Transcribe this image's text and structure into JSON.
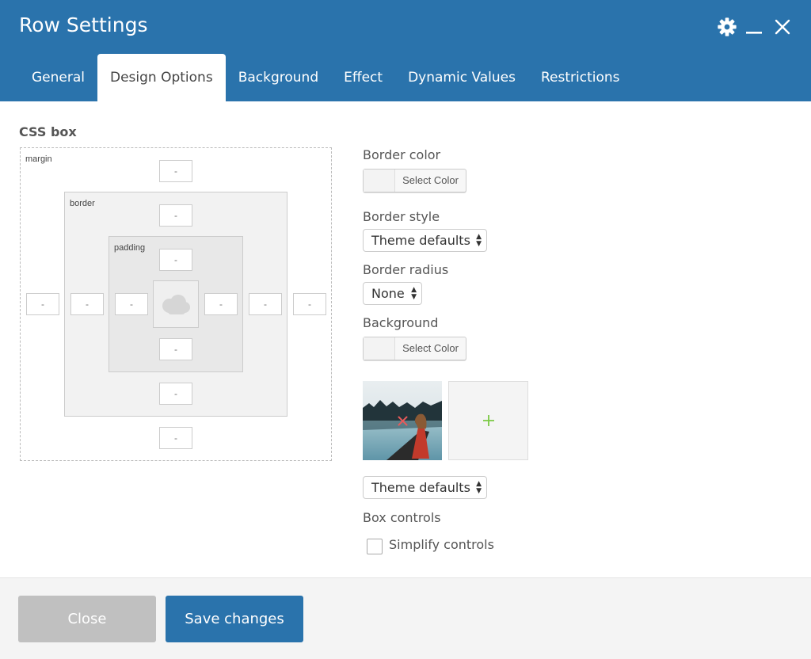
{
  "window": {
    "title": "Row Settings",
    "header_color": "#2a73ac",
    "icons": [
      "gear-icon",
      "minimize-icon",
      "close-icon"
    ]
  },
  "tabs": [
    {
      "label": "General",
      "active": false
    },
    {
      "label": "Design Options",
      "active": true
    },
    {
      "label": "Background",
      "active": false
    },
    {
      "label": "Effect",
      "active": false
    },
    {
      "label": "Dynamic Values",
      "active": false
    },
    {
      "label": "Restrictions",
      "active": false
    }
  ],
  "css_box": {
    "title": "CSS box",
    "margin_label": "margin",
    "border_label": "border",
    "padding_label": "padding",
    "placeholder": "-",
    "content_icon": "cloud-placeholder-icon"
  },
  "design": {
    "border_color_label": "Border color",
    "border_color_button": "Select Color",
    "border_style_label": "Border style",
    "border_style_value": "Theme defaults",
    "border_radius_label": "Border radius",
    "border_radius_value": "None",
    "background_label": "Background",
    "background_button": "Select Color",
    "background_image_icon": "remove-image-icon",
    "add_image_icon": "plus-icon",
    "background_style_value": "Theme defaults",
    "box_controls_label": "Box controls",
    "simplify_label": "Simplify controls",
    "simplify_checked": false,
    "accent_add_color": "#7ac943",
    "remove_color": "#e85a5a"
  },
  "footer": {
    "close_label": "Close",
    "save_label": "Save changes",
    "save_color": "#2a73ac",
    "close_color": "#c0c0c0"
  }
}
